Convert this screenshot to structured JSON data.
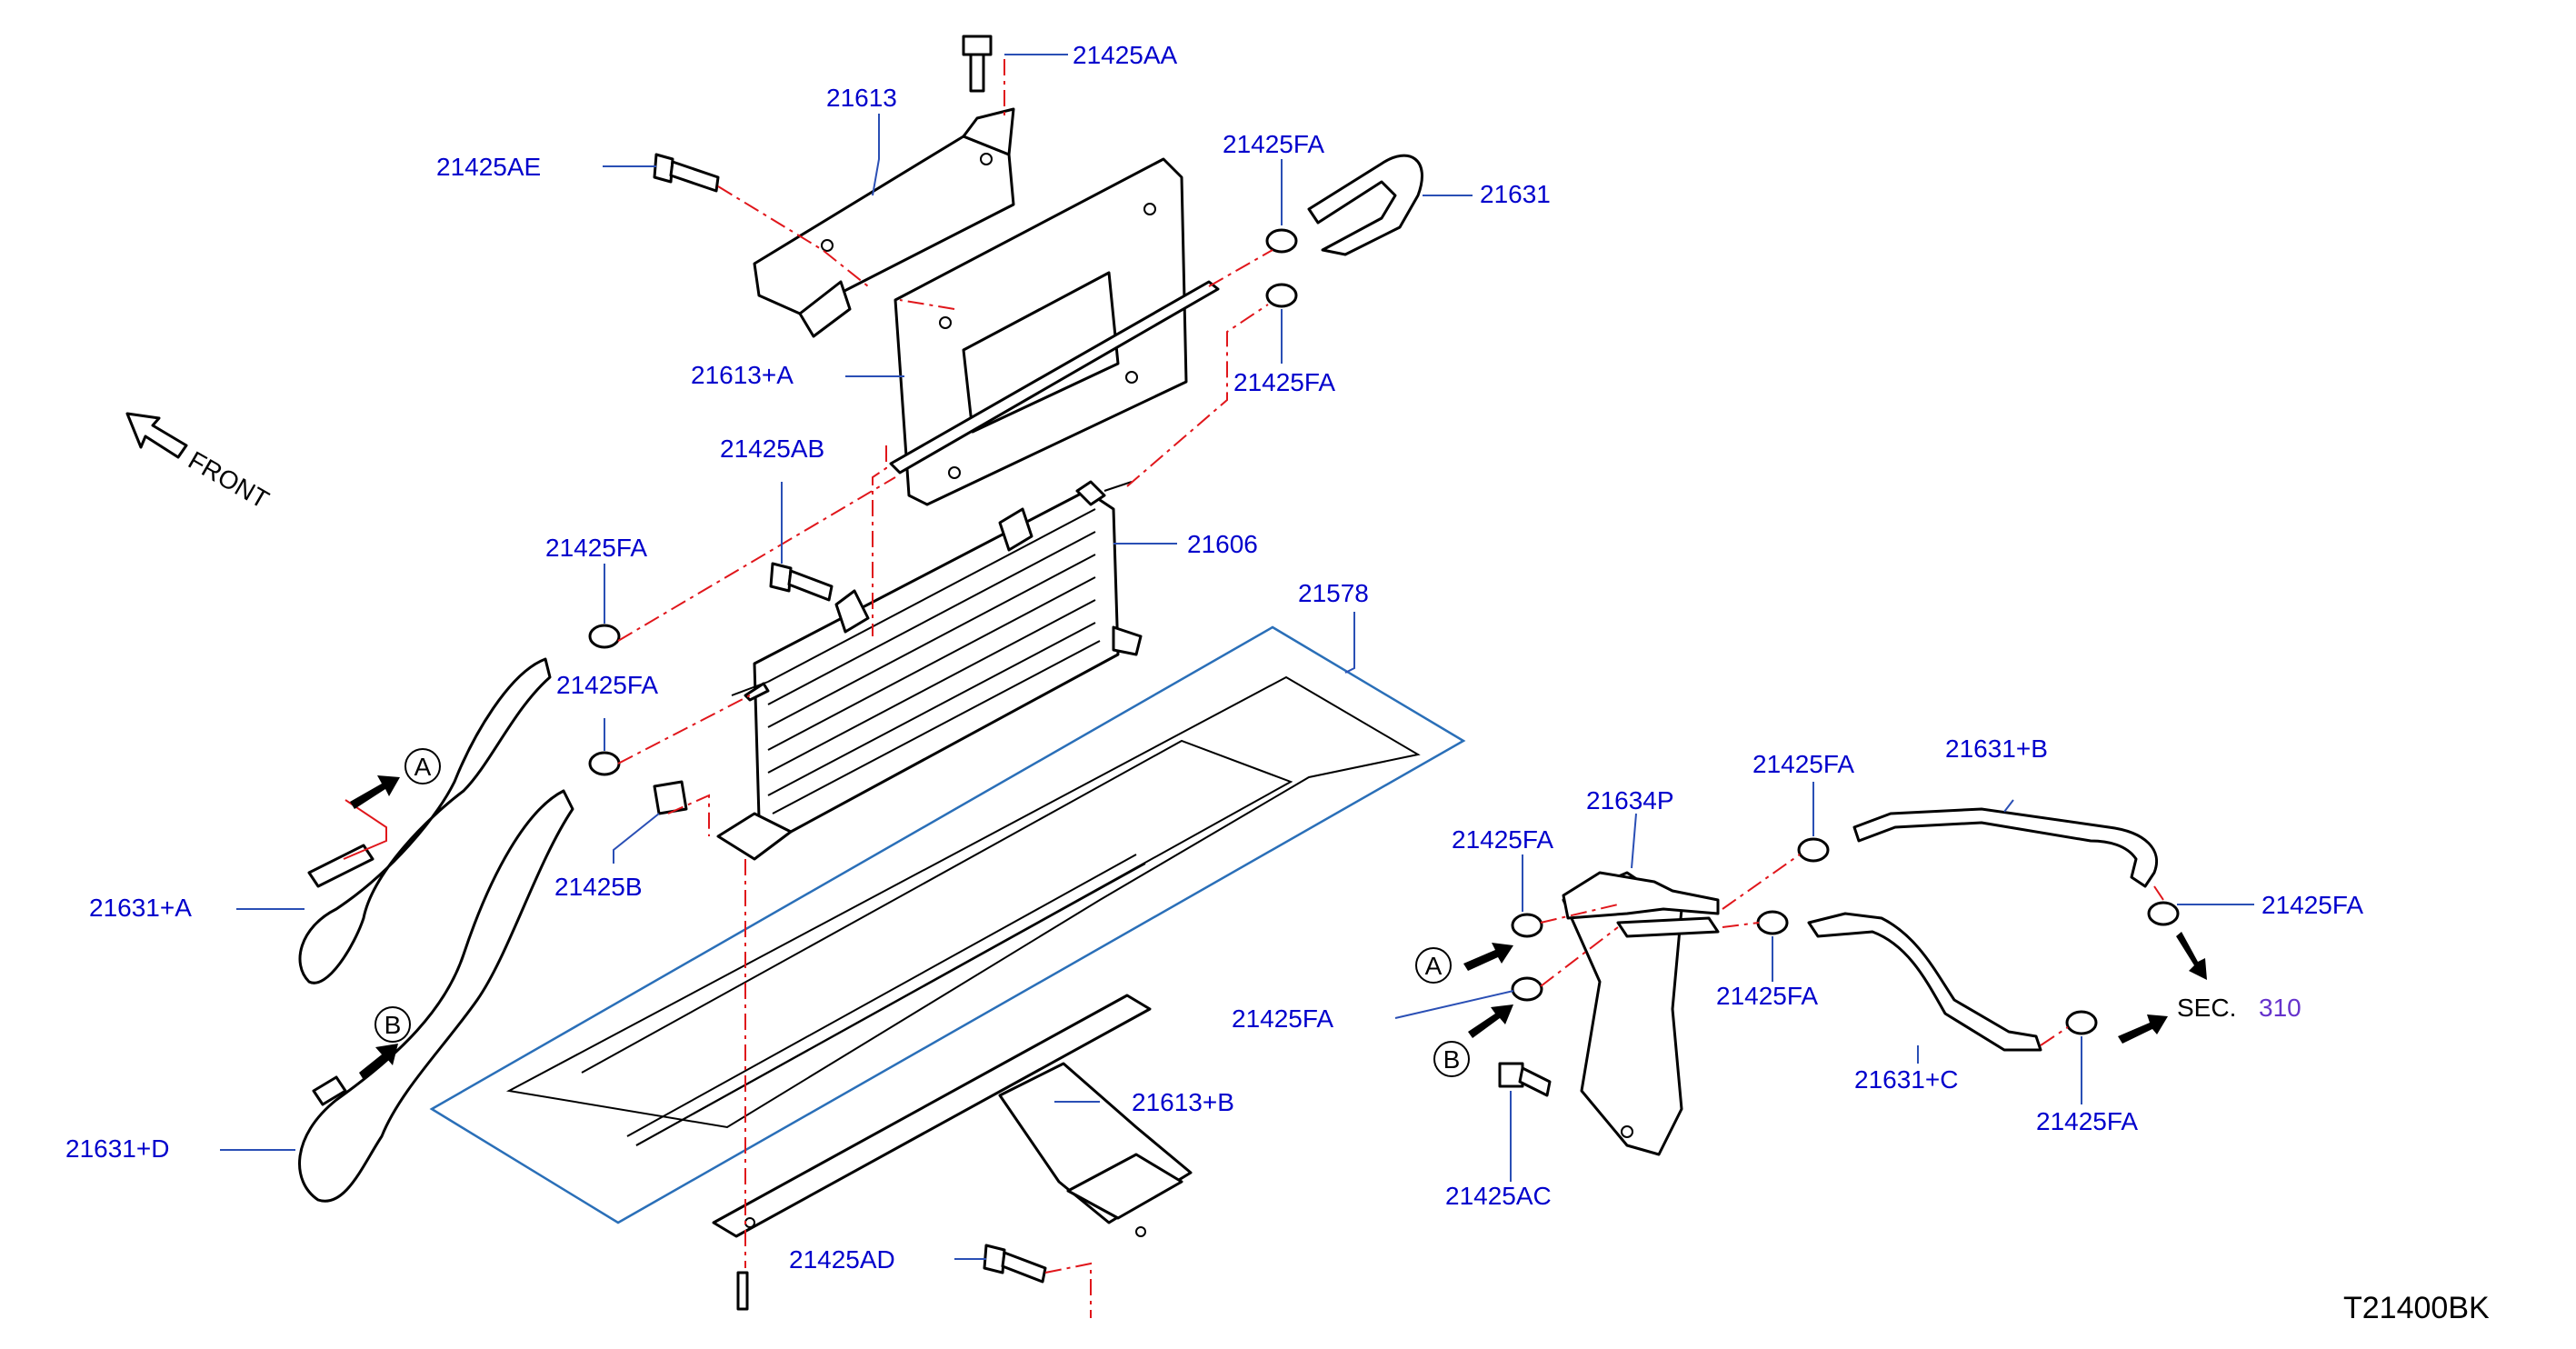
{
  "labels": {
    "p21425AA": "21425AA",
    "p21613": "21613",
    "p21425AE": "21425AE",
    "p21425FA_top": "21425FA",
    "p21631": "21631",
    "p21425FA_top2": "21425FA",
    "p21613A": "21613+A",
    "p21425AB": "21425AB",
    "p21425FA_left1": "21425FA",
    "p21606": "21606",
    "p21578": "21578",
    "p21425FA_left2": "21425FA",
    "p21425B": "21425B",
    "p21631A": "21631+A",
    "p21631D": "21631+D",
    "p21613B": "21613+B",
    "p21425AD": "21425AD",
    "p21634P": "21634P",
    "p21425FA_r1": "21425FA",
    "p21631B": "21631+B",
    "p21425FA_r2": "21425FA",
    "p21425FA_r3": "21425FA",
    "p21425FA_r4": "21425FA",
    "p21425FA_r5": "21425FA",
    "p21425FA_r6": "21425FA",
    "p21631C": "21631+C",
    "p21425AC": "21425AC",
    "front": "FRONT",
    "sec": "SEC.",
    "sec_num": "310",
    "callout_a": "A",
    "callout_b": "B",
    "diagram_code": "T21400BK"
  },
  "icons": [
    "front-arrow-icon",
    "flow-arrow-icon",
    "callout-circle-icon"
  ],
  "colors": {
    "label": "#0000cc",
    "leader": "#2a4fb5",
    "phantom": "#e0161b",
    "section_ref": "#6633cc"
  }
}
